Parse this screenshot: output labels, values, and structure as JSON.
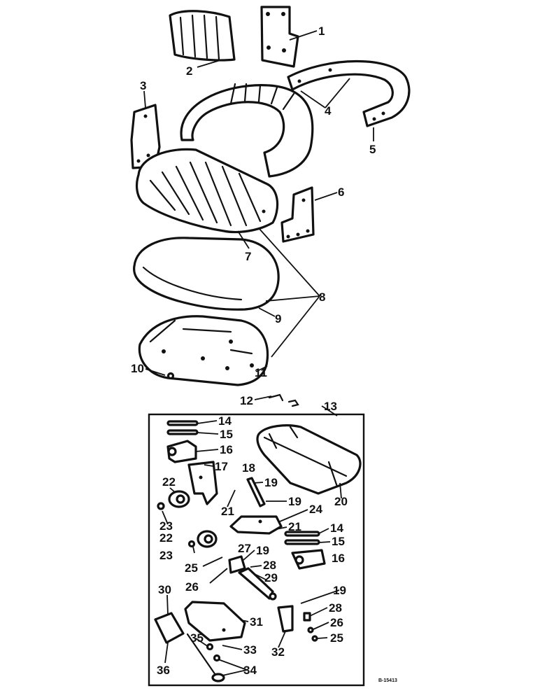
{
  "callouts": [
    "1",
    "2",
    "3",
    "4",
    "5",
    "6",
    "7",
    "8",
    "9",
    "10",
    "11",
    "12",
    "13",
    "14",
    "15",
    "16",
    "17",
    "18",
    "19",
    "20",
    "21",
    "22",
    "23",
    "24",
    "25",
    "26",
    "27",
    "28",
    "29",
    "30",
    "31",
    "32",
    "33",
    "34",
    "35",
    "36"
  ],
  "drawing_code": "B-15413"
}
